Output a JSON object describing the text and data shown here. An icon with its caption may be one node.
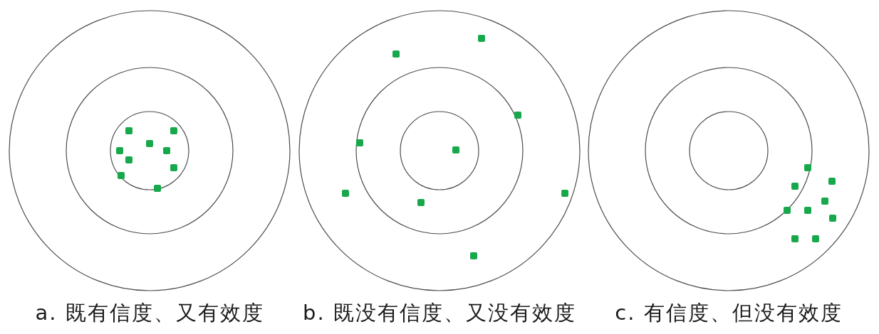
{
  "diagram": {
    "labels": [
      "a. 既有信度、又有效度",
      "b. 既没有信度、又没有效度",
      "c. 有信度、但没有效度"
    ]
  }
}
